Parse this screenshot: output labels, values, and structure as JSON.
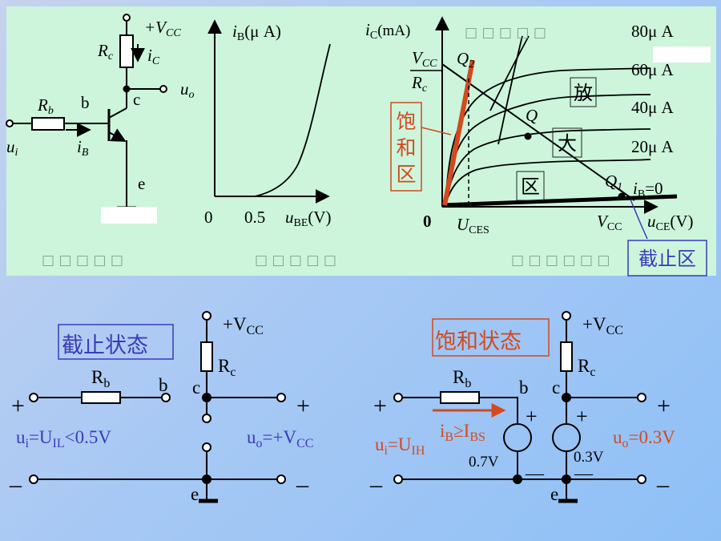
{
  "circuit": {
    "vcc": "+V",
    "vcc_sub": "CC",
    "rc": "R",
    "rc_sub": "c",
    "ic": "i",
    "ic_sub": "C",
    "uo": "u",
    "uo_sub": "o",
    "b": "b",
    "c": "c",
    "e": "e",
    "rb": "R",
    "rb_sub": "b",
    "ui": "u",
    "ui_sub": "i",
    "ib": "i",
    "ib_sub": "B",
    "caption": "□ □ □ □ □"
  },
  "input_curve": {
    "y_label": "i",
    "y_sub": "B",
    "y_unit": "(μ A)",
    "x_label": "u",
    "x_sub": "BE",
    "x_unit": "(V)",
    "tick_0": "0",
    "tick_05": "0.5",
    "caption": "□ □ □ □ □"
  },
  "output_curve": {
    "y_label": "i",
    "y_sub": "C",
    "y_unit": "(mA)",
    "header": "□ □ □ □ □",
    "ib_labels": [
      "80μ A",
      "60μ A",
      "40μ A",
      "20μ A"
    ],
    "ib_zero": "i",
    "ib_zero_sub": "B",
    "ib_zero_val": "=0",
    "vcc_num": "V",
    "vcc_num_sub": "CC",
    "rc_den": "R",
    "rc_den_sub": "c",
    "q2": "Q",
    "q2_sub": "2",
    "q": "Q",
    "q1": "Q",
    "q1_sub": "1",
    "saturation_label": [
      "饱",
      "和",
      "区"
    ],
    "active_label": [
      "放",
      "大",
      "区"
    ],
    "cutoff_label": "截止区",
    "origin": "0",
    "uces": "U",
    "uces_sub": "CES",
    "vcc_x": "V",
    "vcc_x_sub": "CC",
    "x_label": "u",
    "x_sub": "CE",
    "x_unit": "(V)",
    "caption": "□ □ □ □ □ □",
    "colors": {
      "saturation": "#d24a1e",
      "cutoff": "#3b3bb8"
    }
  },
  "cutoff_state": {
    "title": "截止状态",
    "vcc": "+V",
    "vcc_sub": "CC",
    "rc": "R",
    "rc_sub": "c",
    "rb": "R",
    "rb_sub": "b",
    "b": "b",
    "c": "c",
    "e": "e",
    "plus_in": "+",
    "plus_out": "+",
    "minus_in": "_",
    "minus_out": "_",
    "ui_eq": "u",
    "ui_eq_sub1": "i",
    "ui_eq_mid": "=U",
    "ui_eq_sub2": "IL",
    "ui_eq_tail": "<0.5V",
    "uo_eq": "u",
    "uo_eq_sub": "o",
    "uo_eq_mid": "=+V",
    "uo_eq_sub2": "CC",
    "color": "#3b3bb8"
  },
  "saturation_state": {
    "title": "饱和状态",
    "vcc": "+V",
    "vcc_sub": "CC",
    "rc": "R",
    "rc_sub": "c",
    "rb": "R",
    "rb_sub": "b",
    "b": "b",
    "c": "c",
    "e": "e",
    "plus_in": "+",
    "plus_out": "+",
    "minus_in": "_",
    "minus_out": "_",
    "src_plus1": "+",
    "src_plus2": "+",
    "src_minus1": "—",
    "src_minus2": "—",
    "v07": "0.7V",
    "v03": "0.3V",
    "ui_eq": "u",
    "ui_eq_sub1": "i",
    "ui_eq_mid": "=U",
    "ui_eq_sub2": "IH",
    "ib_eq": "i",
    "ib_eq_sub": "B",
    "ib_eq_mid": "≥I",
    "ib_eq_sub2": "BS",
    "uo_eq": "u",
    "uo_eq_sub": "o",
    "uo_eq_tail": "=0.3V",
    "color": "#d24a1e"
  }
}
